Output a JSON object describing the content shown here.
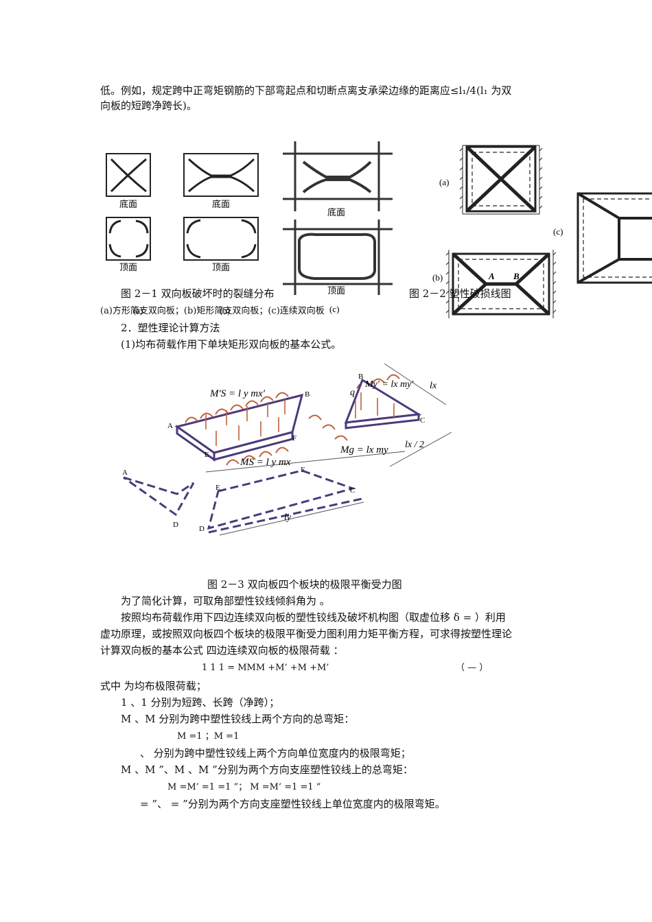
{
  "intro": {
    "line1": "低。例如，规定跨中正弯矩钢筋的下部弯起点和切断点离支承梁边缘的距离应≤l₁/4(l₁ 为双",
    "line2": "向板的短跨净跨长)。"
  },
  "fig1": {
    "bottom_label": "底面",
    "top_label": "顶面",
    "caption": "图 2－1 双向板破坏时的裂缝分布",
    "subcaption": "(a)方形简支双向板；(b)矩形简支双向板；(c)连续双向板",
    "tag_a": "(a)",
    "tag_b": "(b)",
    "tag_c": "(c)"
  },
  "fig2": {
    "caption": "图 2－2 塑性破损线图",
    "tag_a": "(a)",
    "tag_b": "(b)",
    "tag_c": "(c)",
    "point_a": "A",
    "point_b": "B"
  },
  "section": {
    "heading": "2．塑性理论计算方法",
    "sub": "(1)均布荷载作用下单块矩形双向板的基本公式。"
  },
  "fig3": {
    "caption": "图  2－3    双向板四个板块的极限平衡受力图",
    "labels": {
      "ms_top": "M′S = l y mx′",
      "my_top": "My′ = lx my′",
      "ms_bot": "MS = l y mx",
      "mg": "Mg = lx my",
      "lx_top": "lx",
      "lx_half": "lx / 2",
      "ly": "ly",
      "q": "q",
      "A": "A",
      "B": "B",
      "C": "C",
      "D": "D",
      "E": "E",
      "F": "F"
    }
  },
  "body": {
    "p1": "为了简化计算，可取角部塑性铰线倾斜角为      。",
    "p2a": "按照均布荷载作用下四边连续双向板的塑性铰线及破坏机构图（取虚位移  δ  =  ）利用",
    "p2b": "虚功原理，或按照双向板四个板块的极限平衡受力图利用力矩平衡方程，可求得按塑性理论",
    "p2c": "计算双向板的基本公式  四边连续双向板的极限荷载  ：",
    "formula": "1        1 1                 =   MMM     +M’ +M     +M’",
    "formula_no": "（ — ）",
    "def0": "式中    为均布极限荷载；",
    "def1": "1 、1  分别为短跨、长跨（净跨）；",
    "def2": "M 、M  分别为跨中塑性铰线上两个方向的总弯矩：",
    "def3": "M =1      ；M =1",
    "def4": "、     分别为跨中塑性铰线上两个方向单位宽度内的极限弯矩；",
    "def5": "M   、M ”、M  、M ”分别为两个方向支座塑性铰线上的总弯矩：",
    "def6": "M     =M’ =1        =1   ”；     M     =M’ =1        =1   ”",
    "def7": "= ”、       = ”分别为两个方向支座塑性铰线上单位宽度内的极限弯矩。"
  }
}
